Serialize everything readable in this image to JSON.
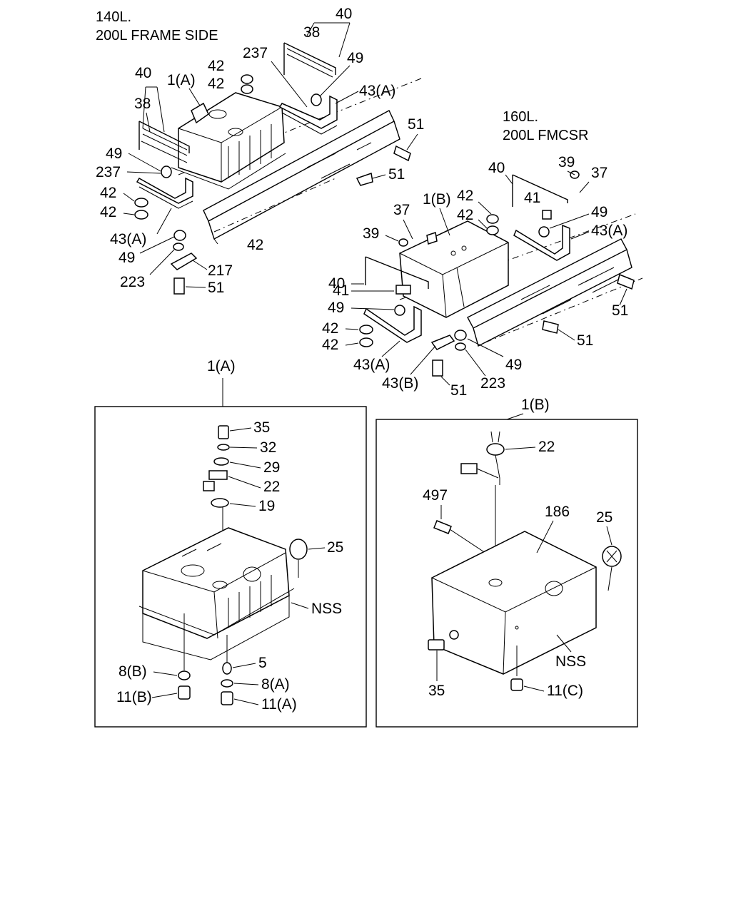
{
  "headers": {
    "frame_side": [
      "140L.",
      "200L FRAME SIDE"
    ],
    "fmcsr": [
      "160L.",
      "200L FMCSR"
    ]
  },
  "boxes": {
    "box_a_title": "1(A)",
    "box_b_title": "1(B)"
  },
  "top_left": {
    "l40_a": "40",
    "l38_a": "38",
    "l42_a": "42",
    "l42_b": "42",
    "l237_a": "237",
    "l49_a": "49",
    "l43a_a": "43(A)",
    "l40_b": "40",
    "l1a": "1(A)",
    "l38_b": "38",
    "l49_b": "49",
    "l237_b": "237",
    "l42_c": "42",
    "l42_d": "42",
    "l43a_b": "43(A)",
    "l49_c": "49",
    "l223": "223",
    "l217": "217",
    "l51_a": "51",
    "l42_e": "42",
    "l51_b": "51",
    "l51_c": "51"
  },
  "top_right": {
    "l40": "40",
    "l39_a": "39",
    "l37_a": "37",
    "l41_a": "41",
    "l49_a": "49",
    "l43a_a": "43(A)",
    "l1b": "1(B)",
    "l42_a": "42",
    "l42_b": "42",
    "l37_b": "37",
    "l39_b": "39",
    "l40_b": "40",
    "l41_b": "41",
    "l49_b": "49",
    "l42_c": "42",
    "l42_d": "42",
    "l43a_b": "43(A)",
    "l43b": "43(B)",
    "l51_a": "51",
    "l223": "223",
    "l49_c": "49",
    "l51_b": "51",
    "l51_c": "51"
  },
  "box_a": {
    "l35": "35",
    "l32": "32",
    "l29": "29",
    "l22": "22",
    "l19": "19",
    "l25": "25",
    "lnss": "NSS",
    "l5": "5",
    "l8b": "8(B)",
    "l8a": "8(A)",
    "l11b": "11(B)",
    "l11a": "11(A)"
  },
  "box_b": {
    "l22": "22",
    "l497": "497",
    "l186": "186",
    "l25": "25",
    "lnss": "NSS",
    "l35": "35",
    "l11c": "11(C)"
  }
}
